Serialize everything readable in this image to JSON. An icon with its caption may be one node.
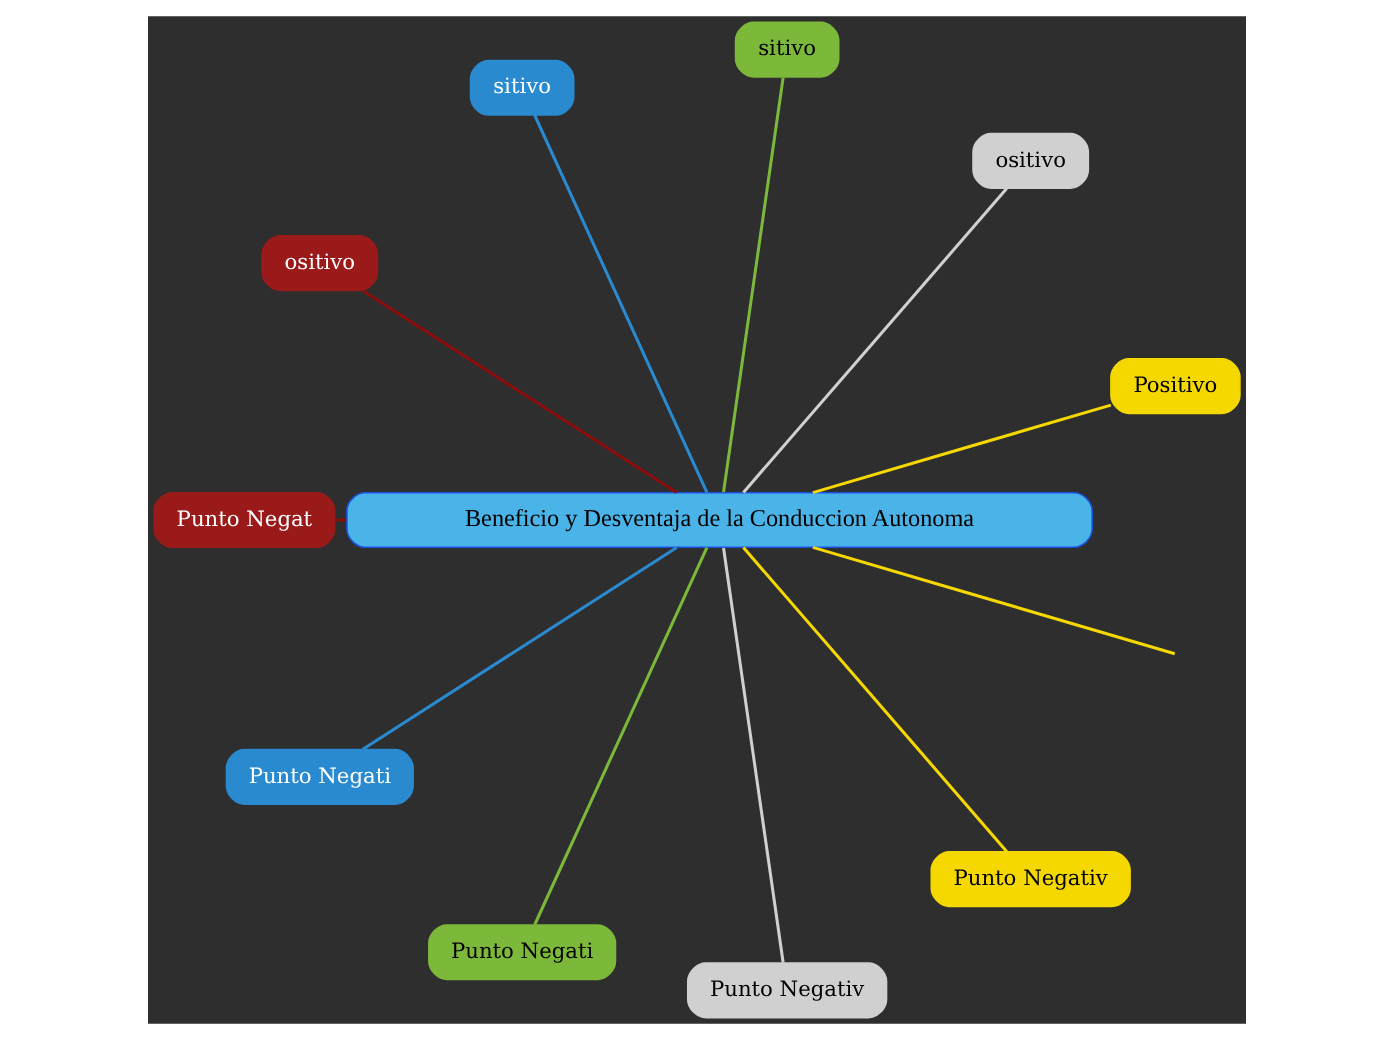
{
  "diagram": {
    "nodes": [
      {
        "text": [
          "Beneficio y Desventaja de la Conduccion Autonoma"
        ]
      },
      {
        "text": [
          "Positivo"
        ]
      },
      {
        "text": [
          "ositivo"
        ]
      },
      {
        "text": [
          "sitivo"
        ]
      },
      {
        "text": [
          "sitivo"
        ]
      },
      {
        "text": [
          "ositivo"
        ]
      },
      {
        "text": [
          "Punto Negat"
        ]
      },
      {
        "text": [
          "Punto Negati"
        ]
      },
      {
        "text": [
          "Punto Negati"
        ]
      },
      {
        "text": [
          "Punto Negativ"
        ]
      },
      {
        "text": [
          "Punto Negativ"
        ]
      }
    ],
    "edges": [
      {
        "from": 0,
        "to": null,
        "arrow": "none",
        "color": "#f5d800"
      },
      {
        "from": 0,
        "to": 1,
        "arrow": "none",
        "color": "#f5d800"
      },
      {
        "from": 0,
        "to": 2,
        "arrow": "none",
        "color": "#d0d0d0"
      },
      {
        "from": 0,
        "to": 3,
        "arrow": "none",
        "color": "#7cb83a"
      },
      {
        "from": 0,
        "to": 4,
        "arrow": "none",
        "color": "#2a8ad0"
      },
      {
        "from": 0,
        "to": 5,
        "arrow": "none",
        "color": "#8a0e0e"
      },
      {
        "from": 0,
        "to": 6,
        "arrow": "none",
        "color": "#8a0e0e"
      },
      {
        "from": 0,
        "to": 7,
        "arrow": "none",
        "color": "#2a8ad0"
      },
      {
        "from": 0,
        "to": 8,
        "arrow": "none",
        "color": "#7cb83a"
      },
      {
        "from": 0,
        "to": 9,
        "arrow": "none",
        "color": "#d0d0d0"
      },
      {
        "from": 0,
        "to": 10,
        "arrow": "none",
        "color": "#f5d800"
      }
    ]
  }
}
